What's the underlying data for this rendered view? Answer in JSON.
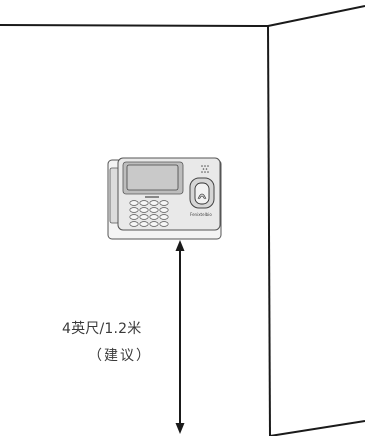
{
  "annotation": {
    "height": "4英尺/1.2米",
    "note": "（建议）"
  },
  "device": {
    "model_text": "",
    "brand_text": "Fenixtelbio"
  },
  "colors": {
    "line": "#1a1a1a",
    "device_body": "#e9e9e9",
    "device_outline": "#555555",
    "screen": "#c9c9c9",
    "text": "#3a3a3a"
  }
}
